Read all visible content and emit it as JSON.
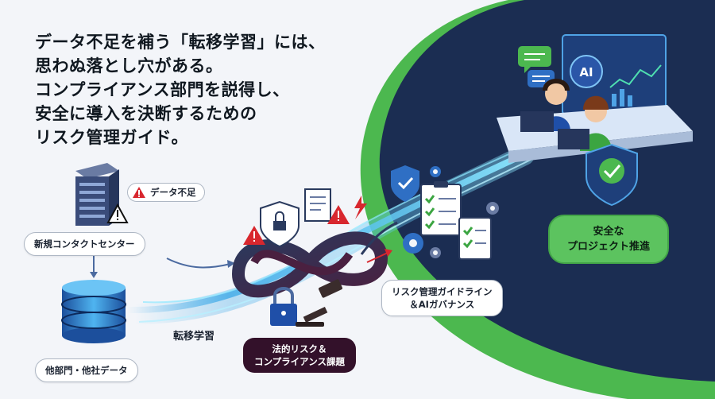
{
  "headline": {
    "lines": [
      "データ不足を補う「転移学習」には、",
      "思わぬ落とし穴がある。",
      "コンプライアンス部門を説得し、",
      "安全に導入を決断するための",
      "リスク管理ガイド。"
    ]
  },
  "labels": {
    "data_shortage": "データ不足",
    "new_contact_center": "新規コンタクトセンター",
    "other_data": "他部門・他社データ",
    "transfer_learning": "転移学習",
    "legal_risk_1": "法的リスク＆",
    "legal_risk_2": "コンプライアンス課題",
    "guideline_1": "リスク管理ガイドライン",
    "guideline_2": "＆AIガバナンス",
    "safe_1": "安全な",
    "safe_2": "プロジェクト推進",
    "ai_badge": "AI"
  },
  "colors": {
    "background": "#f3f5f9",
    "dark_panel": "#1b2d52",
    "green_ring": "#4cb84f",
    "stream_blue": "#2fa3e6",
    "warning_red": "#d8272e",
    "risk_label": "#33112a"
  },
  "icons": [
    "server-icon",
    "warning-icon",
    "database-icon",
    "knot-icon",
    "shield-lock-icon",
    "document-icon",
    "lock-icon",
    "gavel-icon",
    "checklist-icon",
    "gear-icon",
    "shield-check-icon",
    "operator-icon",
    "monitor-icon",
    "chat-bubble-icon"
  ]
}
